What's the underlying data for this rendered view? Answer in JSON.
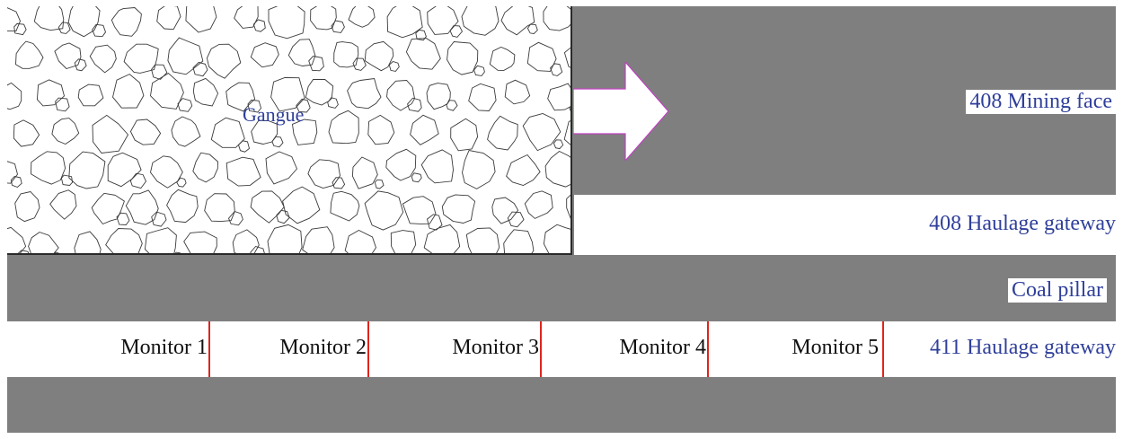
{
  "diagram": {
    "gangue_label": "Gangue",
    "mining_face_label": "408 Mining face",
    "haulage_gateway_408_label": "408 Haulage gateway",
    "coal_pillar_label": "Coal pillar",
    "haulage_gateway_411_label": "411 Haulage gateway",
    "monitors": [
      "Monitor 1",
      "Monitor 2",
      "Monitor 3",
      "Monitor 4",
      "Monitor 5"
    ],
    "colors": {
      "coal": "#7f7f7f",
      "roadway": "#ffffff",
      "label_text": "#2f3f9a",
      "monitor_divider": "#e0241b",
      "arrow_outline": "#c040c0"
    }
  }
}
